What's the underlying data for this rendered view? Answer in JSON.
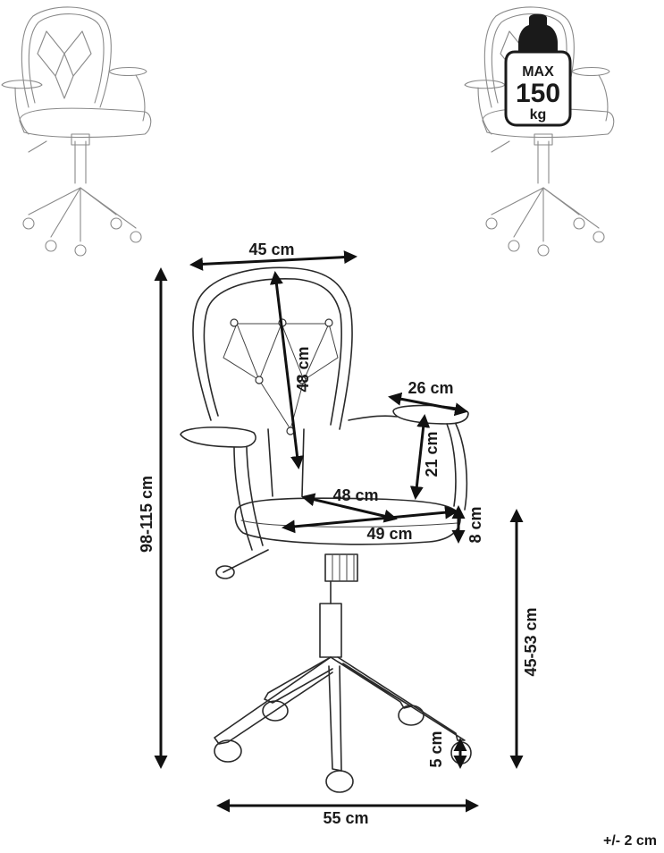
{
  "dimensions": {
    "back_width": "45 cm",
    "back_height": "48 cm",
    "armrest_length": "26 cm",
    "armrest_height": "21 cm",
    "seat_depth": "48 cm",
    "seat_width": "49 cm",
    "seat_thickness": "8 cm",
    "total_height": "98-115 cm",
    "seat_height": "45-53 cm",
    "caster_height": "5 cm",
    "base_width": "55 cm"
  },
  "capacity": {
    "max": "MAX",
    "value": "150",
    "unit": "kg"
  },
  "tolerance": "+/- 2 cm"
}
